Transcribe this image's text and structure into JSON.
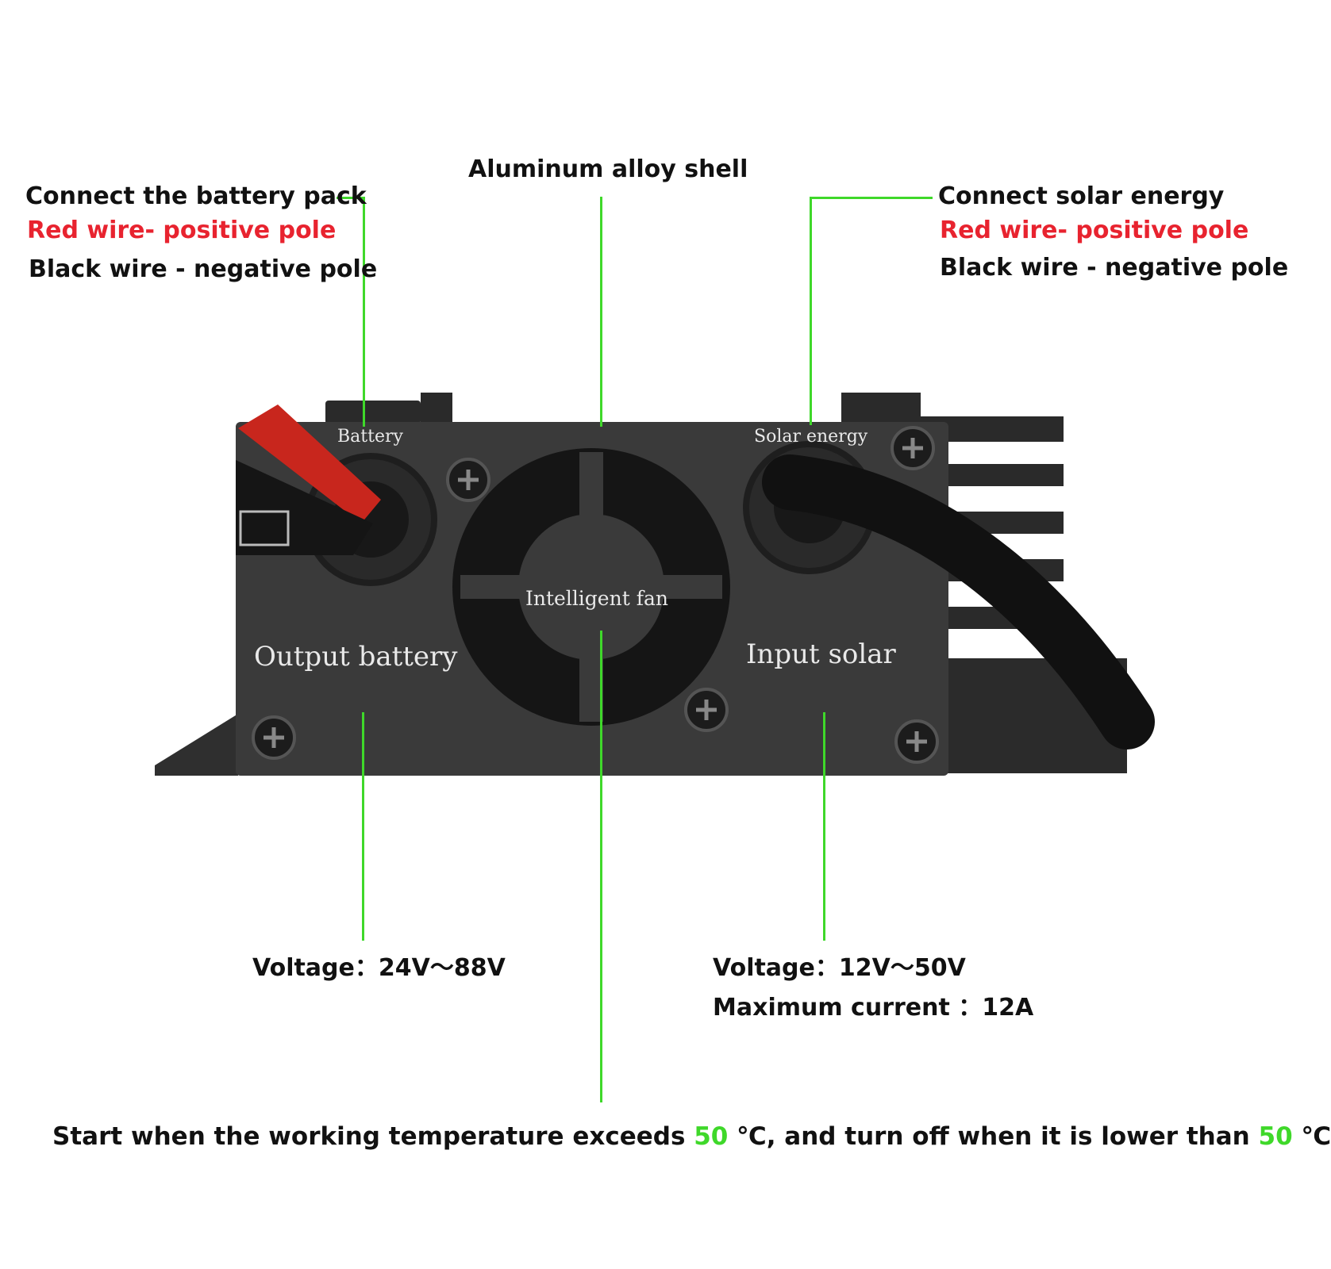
{
  "labels": {
    "battery_connect": "Connect the battery pack",
    "battery_red": "Red wire- positive pole",
    "battery_black": "Black wire - negative pole",
    "shell": "Aluminum alloy shell",
    "solar_connect": "Connect solar energy",
    "solar_red": "Red wire- positive pole",
    "solar_black": "Black wire - negative pole",
    "battery_voltage": "Voltage：24V～88V",
    "solar_voltage": "Voltage：12V～50V",
    "solar_current": "Maximum current ：12A"
  },
  "device": {
    "battery_port": "Battery",
    "solar_port": "Solar energy",
    "fan": "Intelligent fan",
    "output": "Output battery",
    "input": "Input solar"
  },
  "fan_note": {
    "part1": "Start when the working temperature exceeds ",
    "temp1": "50",
    "part2": " ℃, and turn off when it is lower than ",
    "temp2": "50",
    "part3": " ℃"
  },
  "colors": {
    "accent_green": "#3fd82a",
    "warning_red": "#e8232f",
    "device_body": "#3a3a3a"
  }
}
